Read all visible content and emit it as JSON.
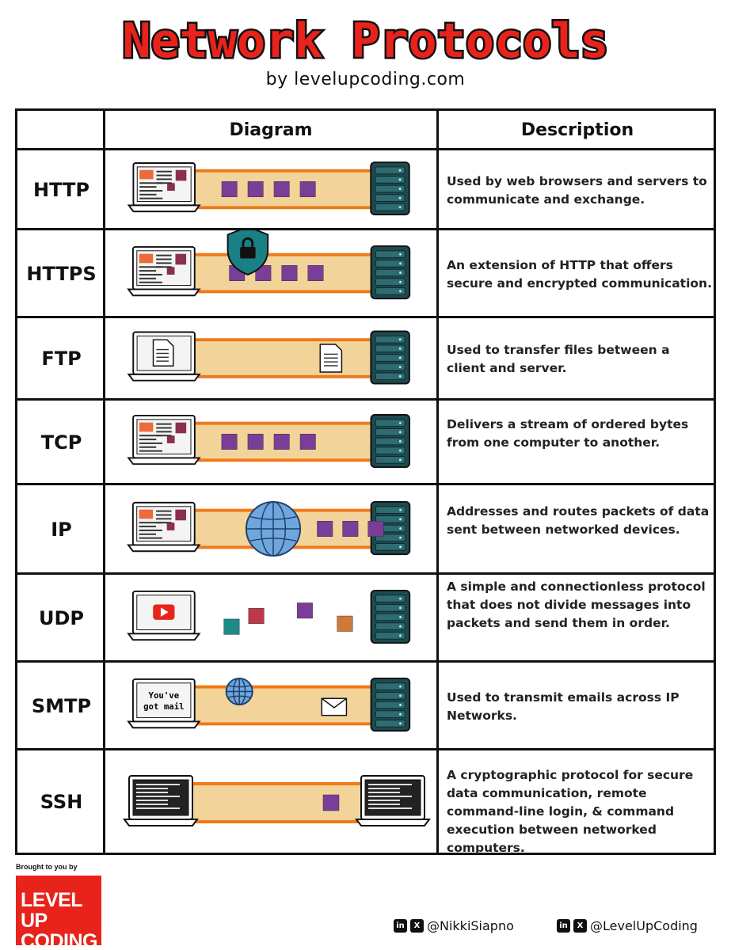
{
  "title": "Network Protocols",
  "subtitle": "by levelupcoding.com",
  "headers": {
    "diagram": "Diagram",
    "description": "Description"
  },
  "rows": [
    {
      "name": "HTTP",
      "description": "Used by web browsers and servers to communicate and exchange."
    },
    {
      "name": "HTTPS",
      "description": "An extension of HTTP that offers secure and encrypted communication."
    },
    {
      "name": "FTP",
      "description": "Used to transfer files between a client and server."
    },
    {
      "name": "TCP",
      "description": "Delivers a stream of ordered bytes from one computer to another."
    },
    {
      "name": "IP",
      "description": "Addresses and routes packets of data sent between networked devices."
    },
    {
      "name": "UDP",
      "description": "A simple and connectionless protocol that does not divide messages into packets and send them in order."
    },
    {
      "name": "SMTP",
      "description": "Used to transmit emails across IP Networks.",
      "screen_text": "You've got mail"
    },
    {
      "name": "SSH",
      "description": "A cryptographic protocol for secure data communication, remote command-line login, & command execution between networked computers."
    }
  ],
  "footer": {
    "brought_by": "Brought to you by",
    "logo_line1": "LEVEL UP",
    "logo_line2": "CODING",
    "handle1": "@NikkiSiapno",
    "handle2": "@LevelUpCoding"
  },
  "colors": {
    "title_red": "#e8231c",
    "pipe_orange": "#ee7a18",
    "pipe_fill": "#f2d49a",
    "packet_purple": "#7b3e98",
    "server_teal": "#1d4a4f"
  },
  "icons": [
    "laptop-icon",
    "server-icon",
    "packet-icon",
    "shield-lock-icon",
    "file-icon",
    "globe-icon",
    "youtube-icon",
    "envelope-icon",
    "terminal-icon",
    "linkedin-icon",
    "x-icon"
  ]
}
